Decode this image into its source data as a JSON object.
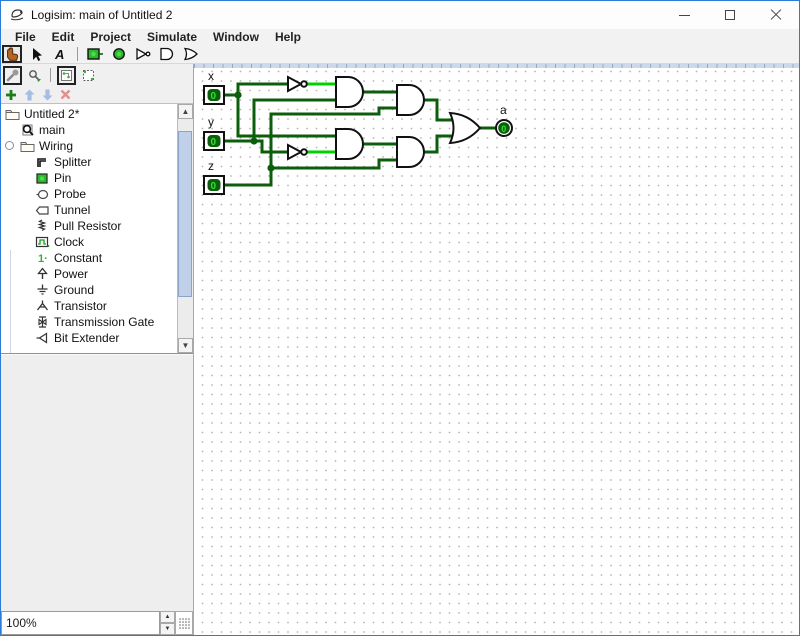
{
  "window": {
    "title": "Logisim: main of Untitled 2"
  },
  "menu": {
    "items": [
      "File",
      "Edit",
      "Project",
      "Simulate",
      "Window",
      "Help"
    ]
  },
  "main_toolbar": {
    "tools": [
      {
        "name": "poke-tool",
        "selected": true
      },
      {
        "name": "select-tool",
        "selected": false
      },
      {
        "name": "text-tool",
        "selected": false
      },
      {
        "name": "input-pin-tool",
        "selected": false
      },
      {
        "name": "output-pin-tool",
        "selected": false
      },
      {
        "name": "not-gate-tool",
        "selected": false
      },
      {
        "name": "and-gate-tool",
        "selected": false
      },
      {
        "name": "or-gate-tool",
        "selected": false
      }
    ],
    "text_tool_glyph": "A"
  },
  "explorer_toolbar": {
    "buttons": [
      {
        "name": "view-toolbox",
        "selected": true
      },
      {
        "name": "view-simulation",
        "selected": false
      },
      {
        "name": "edit-layout",
        "selected": true
      },
      {
        "name": "edit-appearance",
        "selected": false
      }
    ]
  },
  "project_toolbar": {
    "buttons": [
      "add-circuit",
      "move-circuit-up",
      "move-circuit-down",
      "remove-circuit"
    ]
  },
  "tree": {
    "root": {
      "label": "Untitled 2*"
    },
    "items": [
      {
        "label": "main",
        "icon": "main-circuit-icon"
      },
      {
        "label": "Wiring",
        "icon": "folder-icon",
        "expanded": true
      },
      {
        "label": "Splitter",
        "icon": "splitter-icon"
      },
      {
        "label": "Pin",
        "icon": "pin-icon"
      },
      {
        "label": "Probe",
        "icon": "probe-icon"
      },
      {
        "label": "Tunnel",
        "icon": "tunnel-icon"
      },
      {
        "label": "Pull Resistor",
        "icon": "pull-resistor-icon"
      },
      {
        "label": "Clock",
        "icon": "clock-icon"
      },
      {
        "label": "Constant",
        "icon": "constant-icon"
      },
      {
        "label": "Power",
        "icon": "power-icon"
      },
      {
        "label": "Ground",
        "icon": "ground-icon"
      },
      {
        "label": "Transistor",
        "icon": "transistor-icon"
      },
      {
        "label": "Transmission Gate",
        "icon": "transmission-gate-icon"
      },
      {
        "label": "Bit Extender",
        "icon": "bit-extender-icon"
      }
    ]
  },
  "icons": {
    "constant_glyph": "1·"
  },
  "status": {
    "zoom": "100%"
  },
  "circuit": {
    "inputs": [
      {
        "label": "x",
        "value": "0"
      },
      {
        "label": "y",
        "value": "0"
      },
      {
        "label": "z",
        "value": "0"
      }
    ],
    "output": {
      "label": "a",
      "value": "0"
    },
    "gates": [
      "NOT",
      "NOT",
      "AND",
      "AND",
      "AND",
      "AND",
      "OR"
    ],
    "wire_colors": {
      "low": "#0b5e0b",
      "high": "#00d200"
    }
  }
}
